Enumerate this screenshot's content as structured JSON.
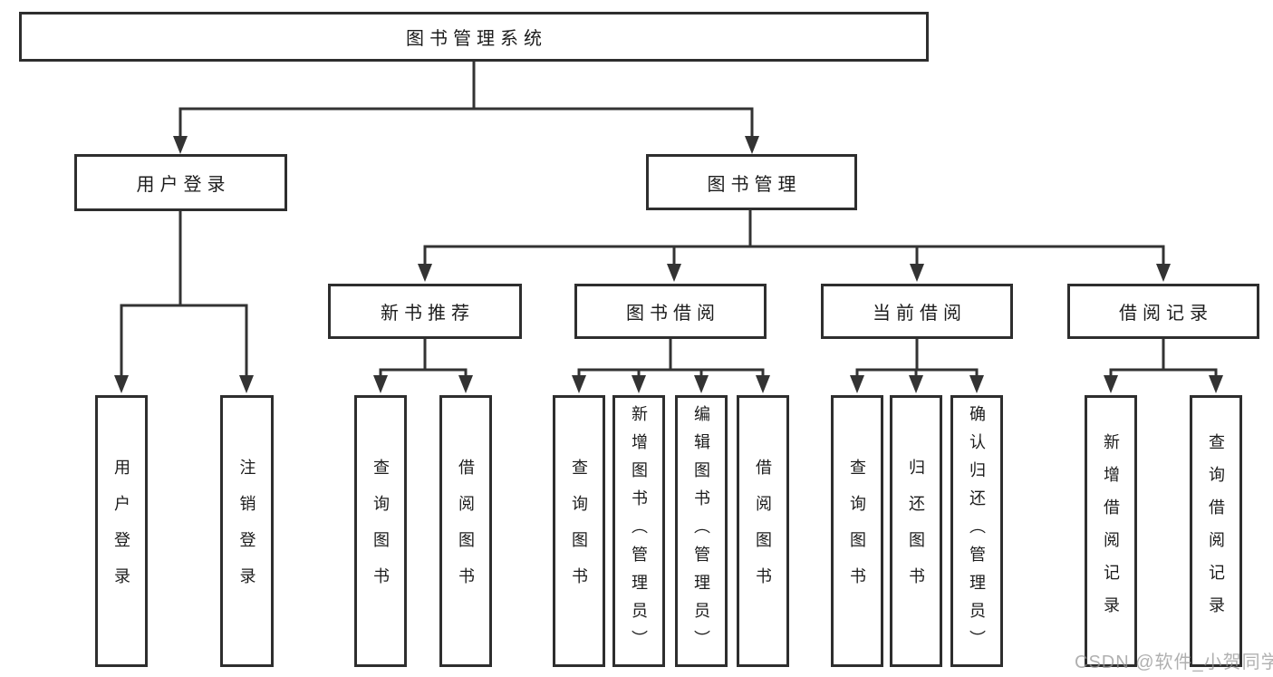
{
  "diagram": {
    "root": {
      "label": "图书管理系统"
    },
    "branches": [
      {
        "label": "用户登录",
        "children": [
          {
            "label": "用户登录"
          },
          {
            "label": "注销登录"
          }
        ]
      },
      {
        "label": "图书管理",
        "children": [
          {
            "label": "新书推荐",
            "children": [
              {
                "label": "查询图书"
              },
              {
                "label": "借阅图书"
              }
            ]
          },
          {
            "label": "图书借阅",
            "children": [
              {
                "label": "查询图书"
              },
              {
                "label": "新增图书（管理员）"
              },
              {
                "label": "编辑图书（管理员）"
              },
              {
                "label": "借阅图书"
              }
            ]
          },
          {
            "label": "当前借阅",
            "children": [
              {
                "label": "查询图书"
              },
              {
                "label": "归还图书"
              },
              {
                "label": "确认归还（管理员）"
              }
            ]
          },
          {
            "label": "借阅记录",
            "children": [
              {
                "label": "新增借阅记录"
              },
              {
                "label": "查询借阅记录"
              }
            ]
          }
        ]
      }
    ],
    "line_color": "#333333",
    "border_color": "#2e2e2e",
    "text_color": "#1c1c1c"
  },
  "watermark": {
    "text": "CSDN @软件_小贺同学"
  }
}
